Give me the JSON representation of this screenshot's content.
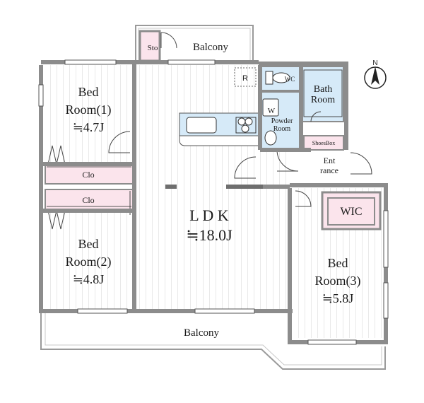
{
  "compass": {
    "label": "N"
  },
  "rooms": {
    "bed1": {
      "name": "Bed",
      "name2": "Room(1)",
      "size": "≒4.7J"
    },
    "bed2": {
      "name": "Bed",
      "name2": "Room(2)",
      "size": "≒4.8J"
    },
    "bed3": {
      "name": "Bed",
      "name2": "Room(3)",
      "size": "≒5.8J"
    },
    "ldk": {
      "name": "L D K",
      "size": "≒18.0J"
    },
    "bath": {
      "name": "Bath",
      "name2": "Room"
    },
    "powder": {
      "w": "W",
      "name": "Powder",
      "name2": "Room"
    },
    "wc": {
      "name": "WC"
    },
    "wic": {
      "name": "WIC"
    },
    "entrance": {
      "name": "Ent",
      "name2": "rance"
    },
    "shoesbox": {
      "name": "ShoesBox"
    },
    "clo1": {
      "name": "Clo"
    },
    "clo2": {
      "name": "Clo"
    },
    "sto": {
      "name": "Sto"
    },
    "fridge": {
      "name": "R"
    }
  },
  "balconies": {
    "top": {
      "name": "Balcony"
    },
    "bottom": {
      "name": "Balcony"
    }
  },
  "colors": {
    "wall": "#8c8c8c",
    "wet_area": "#d6eaf8",
    "storage": "#fbe4ec",
    "floor_line": "#e6e6e6"
  }
}
